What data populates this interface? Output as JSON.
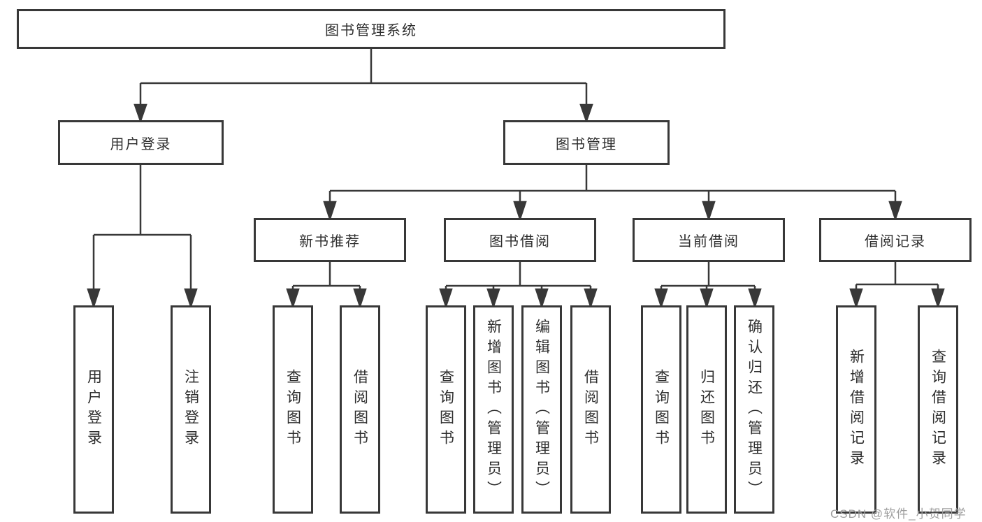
{
  "colors": {
    "background": "#ffffff",
    "line": "#383838",
    "box_border": "#383838",
    "text": "#2e2e2e",
    "watermark": "#9e9e9e"
  },
  "nodes": {
    "root": {
      "label": "图书管理系统"
    },
    "user_login": {
      "label": "用户登录"
    },
    "book_management": {
      "label": "图书管理"
    },
    "new_book_recommend": {
      "label": "新书推荐"
    },
    "book_borrow": {
      "label": "图书借阅"
    },
    "current_borrow": {
      "label": "当前借阅"
    },
    "borrow_record": {
      "label": "借阅记录"
    }
  },
  "leaves": {
    "user_login": {
      "label": "用户登录"
    },
    "logout_login": {
      "label": "注销登录"
    },
    "recommend_query_book": {
      "label": "查询图书"
    },
    "recommend_borrow_book": {
      "label": "借阅图书"
    },
    "borrow_query_book": {
      "label": "查询图书"
    },
    "borrow_add_book_admin": {
      "label": "新增图书（管理员）"
    },
    "borrow_edit_book_admin": {
      "label": "编辑图书（管理员）"
    },
    "borrow_borrow_book": {
      "label": "借阅图书"
    },
    "current_query_book": {
      "label": "查询图书"
    },
    "current_return_book": {
      "label": "归还图书"
    },
    "current_confirm_return_admin": {
      "label": "确认归还（管理员）"
    },
    "record_add_record": {
      "label": "新增借阅记录"
    },
    "record_query_record": {
      "label": "查询借阅记录"
    }
  },
  "watermark": {
    "text": "CSDN @软件_小贺同学"
  }
}
